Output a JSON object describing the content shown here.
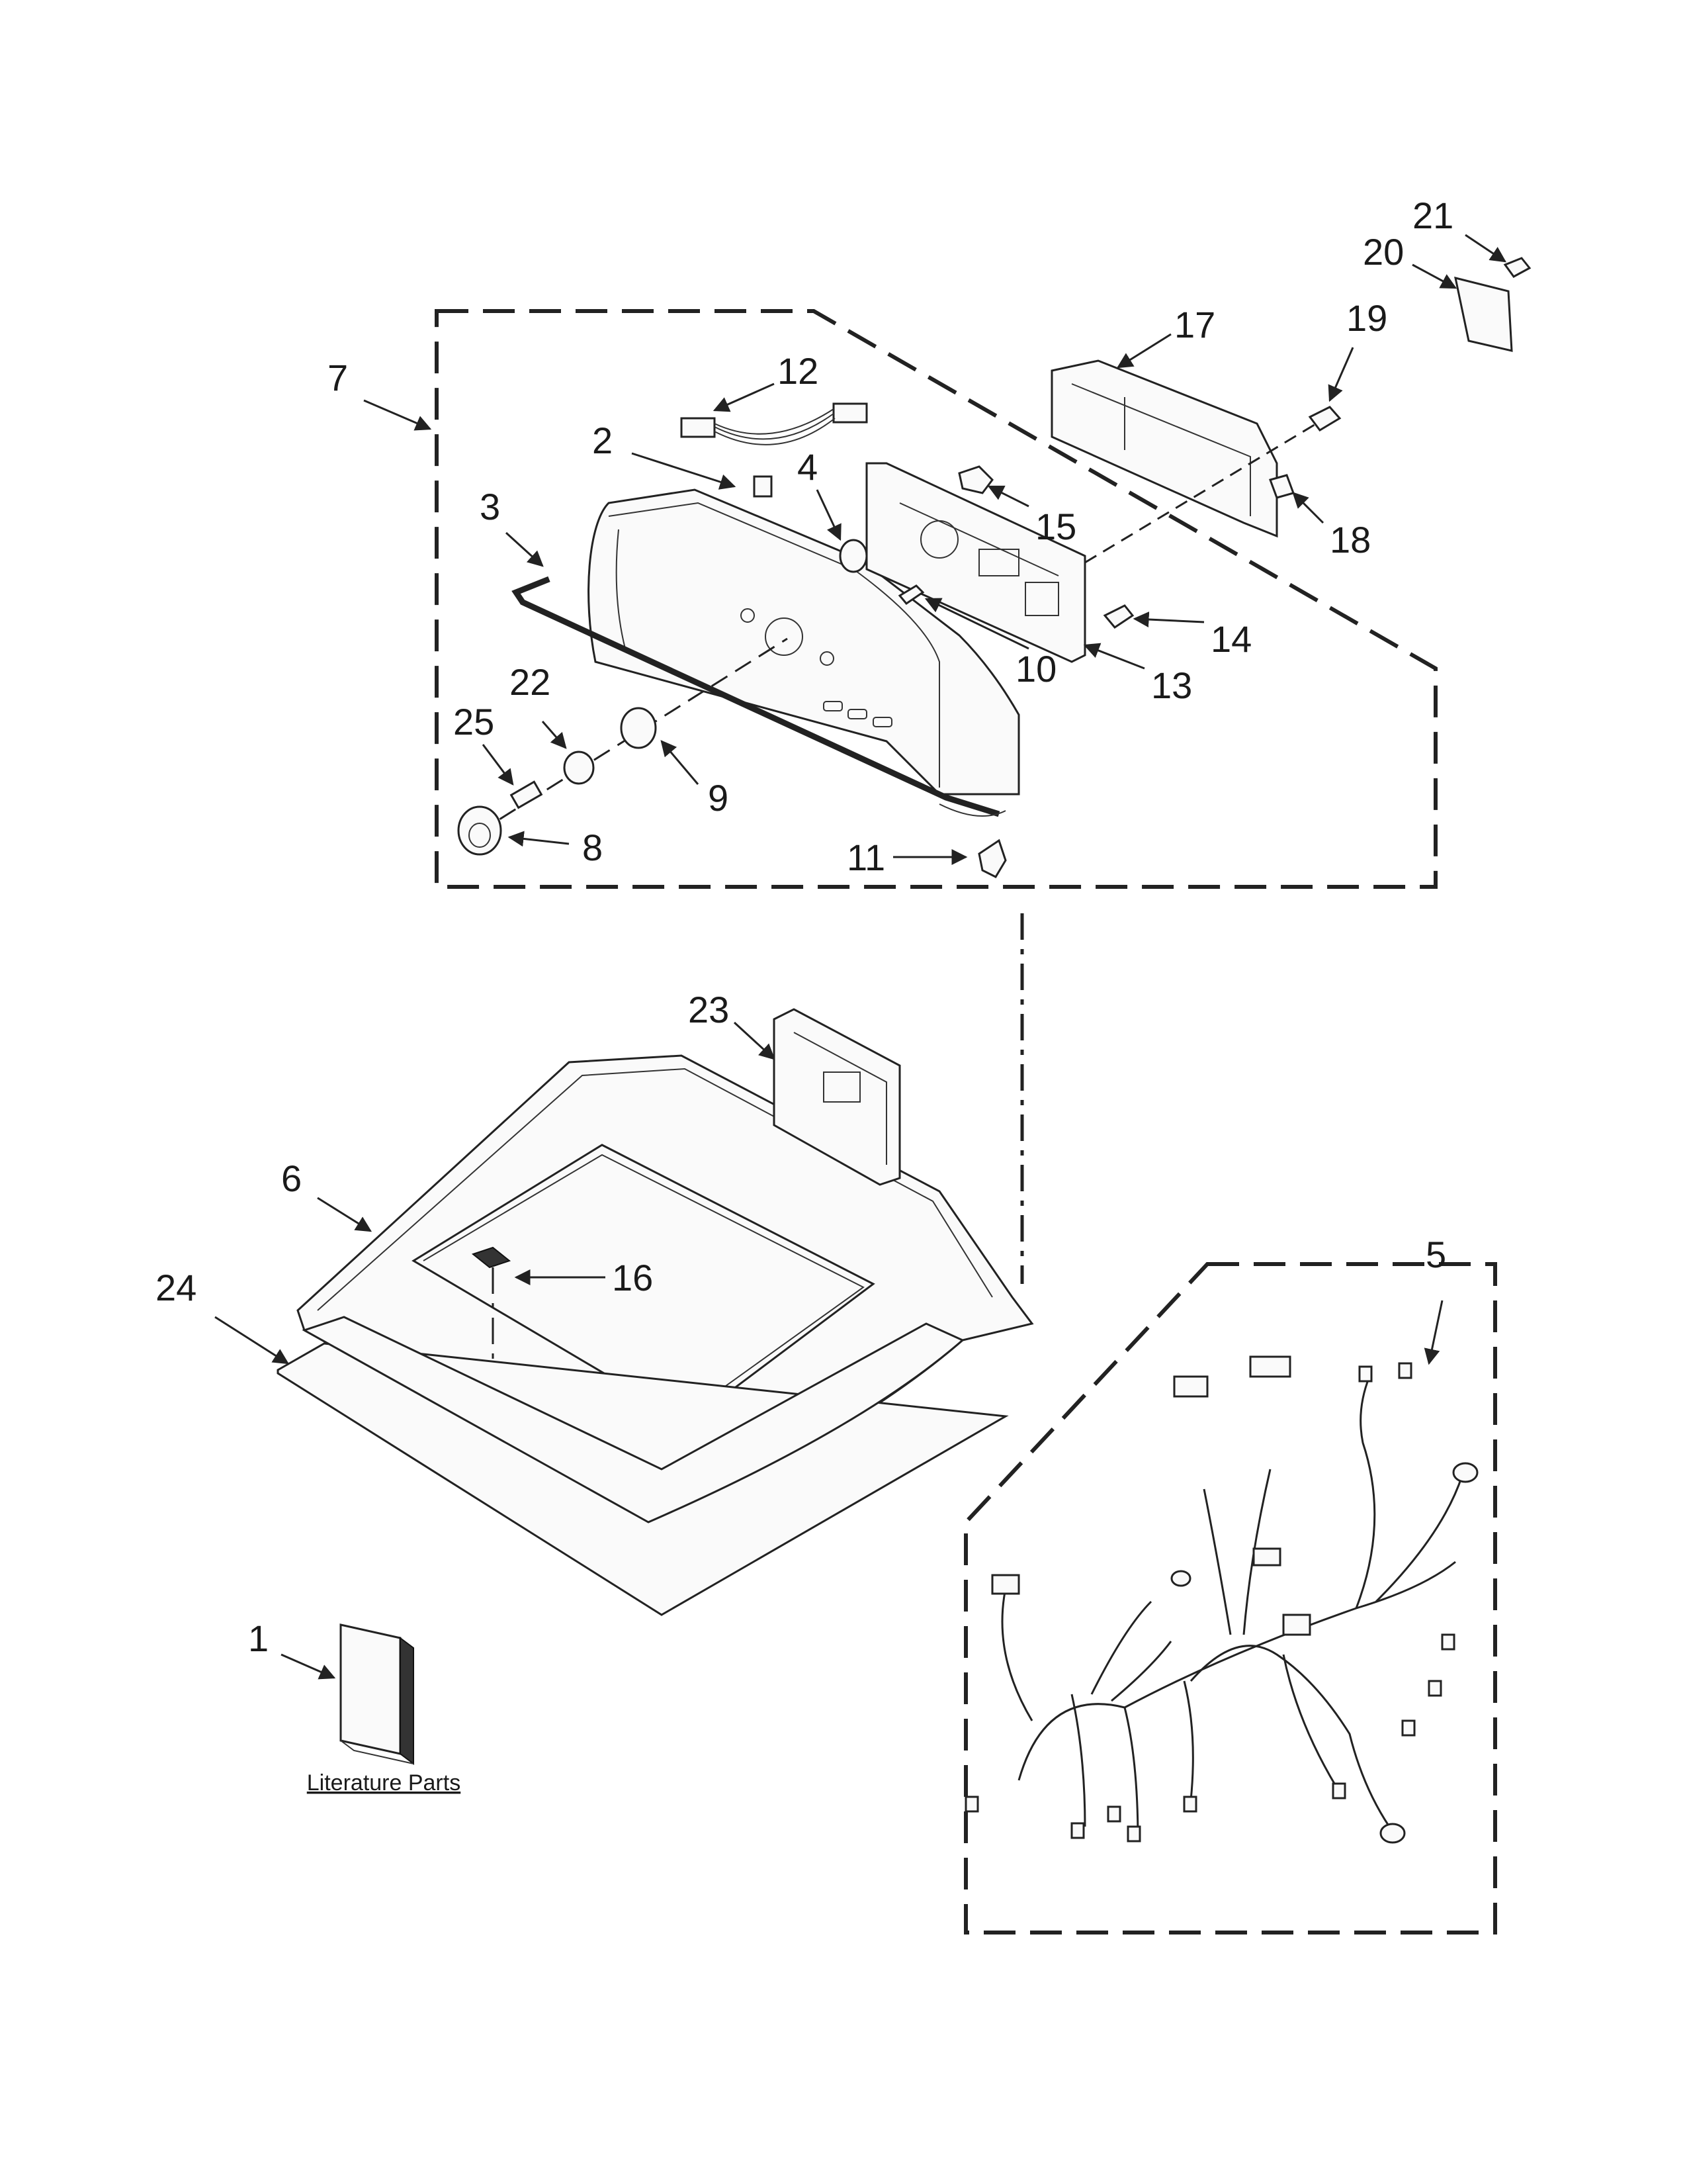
{
  "diagram": {
    "callouts": [
      "1",
      "2",
      "3",
      "4",
      "5",
      "6",
      "7",
      "8",
      "9",
      "10",
      "11",
      "12",
      "13",
      "14",
      "15",
      "16",
      "17",
      "18",
      "19",
      "20",
      "21",
      "22",
      "23",
      "24",
      "25"
    ],
    "literature_label": "Literature Parts"
  }
}
